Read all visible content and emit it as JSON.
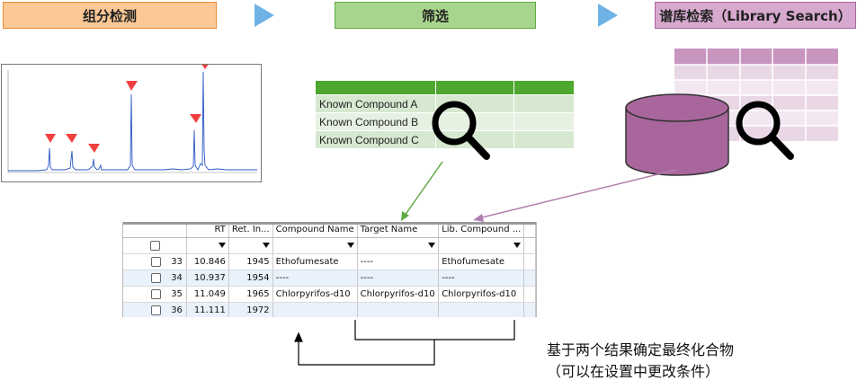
{
  "steps": [
    {
      "label": "组分检测"
    },
    {
      "label": "筛选"
    },
    {
      "label": "谱库检索（Library Search）"
    }
  ],
  "filter_table": {
    "rows": [
      "Known Compound A",
      "Known Compound B",
      "Known Compound C"
    ]
  },
  "results_table": {
    "columns": [
      "#",
      "RT",
      "Ret. In...",
      "Compound Name",
      "Target Name",
      "Lib. Compound ..."
    ],
    "rows": [
      {
        "id": "33",
        "rt": "10.846",
        "ri": "1945",
        "compound": "Ethofumesate",
        "target": "----",
        "lib": "Ethofumesate"
      },
      {
        "id": "34",
        "rt": "10.937",
        "ri": "1954",
        "compound": "----",
        "target": "----",
        "lib": "----"
      },
      {
        "id": "35",
        "rt": "11.049",
        "ri": "1965",
        "compound": "Chlorpyrifos-d10",
        "target": "Chlorpyrifos-d10",
        "lib": "Chlorpyrifos-d10"
      },
      {
        "id": "36",
        "rt": "11.111",
        "ri": "1972",
        "compound": "",
        "target": "",
        "lib": ""
      }
    ]
  },
  "note": {
    "line1": "基于两个结果确定最终化合物",
    "line2": "（可以在设置中更改条件）"
  },
  "colors": {
    "step1": "#fbc896",
    "step2": "#a7d58d",
    "step3": "#d7a9cf",
    "arrow_chevron": "#6fb3e6",
    "peak_marker": "#f04040",
    "database": "#a8669d",
    "green_arrow": "#5fa942",
    "purple_arrow": "#b07fb0"
  }
}
